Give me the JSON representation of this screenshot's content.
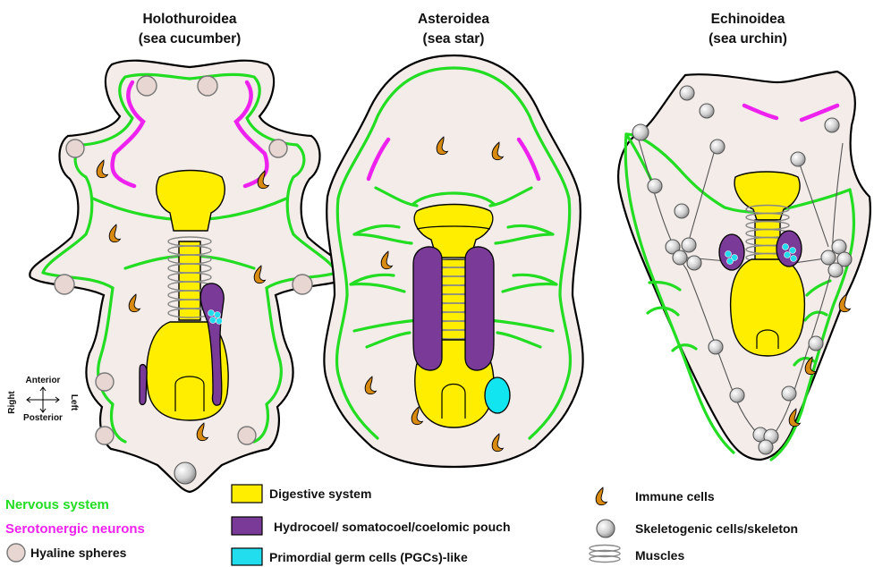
{
  "titles": {
    "holothuroidea": [
      "Holothuroidea",
      "(sea cucumber)"
    ],
    "asteroidea": [
      "Asteroidea",
      "(sea star)"
    ],
    "echinoidea": [
      "Echinoidea",
      "(sea urchin)"
    ]
  },
  "axes": {
    "anterior": "Anterior",
    "posterior": "Posterior",
    "right": "Right",
    "left": "Left"
  },
  "legend": {
    "nervous": "Nervous system",
    "serotonergic": "Serotonergic neurons",
    "hyaline": "Hyaline spheres",
    "digestive": "Digestive system",
    "hydrocoel": "Hydrocoel/ somatocoel/coelomic pouch",
    "pgc": "Primordial germ cells (PGCs)-like",
    "immune": "Immune cells",
    "skeletogenic": "Skeletogenic cells/skeleton",
    "muscles": "Muscles"
  },
  "colors": {
    "nervous": "#22dd22",
    "serotonergic": "#ee22ee",
    "digestive": "#ffee00",
    "hydrocoel": "#7a3b98",
    "pgc": "#22ddee",
    "immune": "#d98a10",
    "body": "#f3ece9"
  }
}
